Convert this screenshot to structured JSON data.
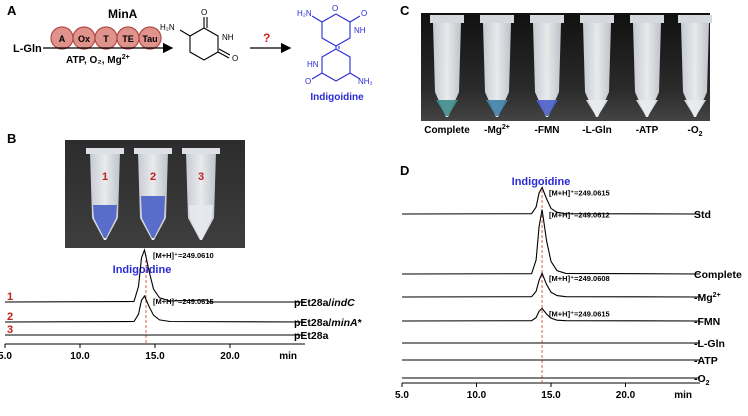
{
  "panels": {
    "a": {
      "letter": "A",
      "substrate": "L-Gln",
      "enzyme": "MinA",
      "domains": [
        "A",
        "Ox",
        "T",
        "TE",
        "Tau"
      ],
      "cofactors": "ATP, O₂, Mg",
      "cofactors_sup": "2+",
      "question_mark": "?",
      "product": "Indigoidine",
      "atoms": {
        "h2n": "H₂N",
        "nh2": "NH₂",
        "nh": "NH",
        "hn": "HN",
        "o": "O"
      }
    },
    "b": {
      "letter": "B",
      "tube_labels": [
        "1",
        "2",
        "3"
      ],
      "peak_title": "Indigoidine",
      "trace_numbers": [
        "1",
        "2",
        "3"
      ]
    },
    "c": {
      "letter": "C",
      "tube_labels": [
        "Complete",
        "-Mg",
        "-FMN",
        "-L-Gln",
        "-ATP",
        "-O"
      ],
      "tube_subs": [
        "",
        "2+",
        "",
        "",
        "",
        "2"
      ]
    },
    "d": {
      "letter": "D",
      "peak_title": "Indigoidine"
    }
  },
  "chart_data": [
    {
      "type": "line",
      "title": "",
      "xlabel": "min",
      "ylabel": "",
      "xlim": [
        5.0,
        25.0
      ],
      "xticks": [
        "5.0",
        "10.0",
        "15.0",
        "20.0"
      ],
      "grid": false,
      "series": [
        {
          "name": "pET28a/indC",
          "label_main": "pEt28a/",
          "label_italic": "indC",
          "peak_rt": 14.3,
          "peak_height": 1.0,
          "mass_label": "[M+H]⁺=249.0610",
          "x": [
            5,
            13.6,
            13.9,
            14.1,
            14.3,
            14.6,
            14.9,
            15.3,
            16,
            18.5,
            18.6,
            25
          ],
          "y": [
            0,
            0.01,
            0.3,
            0.85,
            1.0,
            0.6,
            0.25,
            0.08,
            0.02,
            0.04,
            0,
            0
          ]
        },
        {
          "name": "pEt28a/minA*",
          "label_main": "pEt28a/",
          "label_italic": "minA",
          "label_suffix": "*",
          "peak_rt": 14.3,
          "peak_height": 0.5,
          "mass_label": "[M+H]⁺=249.0615",
          "x": [
            5,
            13.6,
            13.9,
            14.1,
            14.3,
            14.6,
            14.9,
            15.3,
            16,
            25
          ],
          "y": [
            0,
            0.01,
            0.15,
            0.42,
            0.5,
            0.3,
            0.13,
            0.04,
            0.01,
            0
          ]
        },
        {
          "name": "pEt28a",
          "label_main": "pEt28a",
          "x": [
            5,
            25
          ],
          "y": [
            0,
            0
          ]
        }
      ]
    },
    {
      "type": "line",
      "title": "",
      "xlabel": "min",
      "ylabel": "",
      "xlim": [
        5.0,
        25.0
      ],
      "xticks": [
        "5.0",
        "10.0",
        "15.0",
        "20.0"
      ],
      "grid": false,
      "series": [
        {
          "name": "Std",
          "label_main": "Std",
          "mass_label": "[M+H]⁺=249.0615",
          "x": [
            5,
            13.7,
            14.0,
            14.2,
            14.4,
            14.7,
            15.0,
            15.4,
            16,
            25
          ],
          "y": [
            0,
            0.01,
            0.25,
            0.75,
            0.95,
            0.55,
            0.2,
            0.06,
            0.01,
            0
          ]
        },
        {
          "name": "Complete",
          "label_main": "Complete",
          "mass_label": "[M+H]⁺=249.0612",
          "x": [
            5,
            13.7,
            14.0,
            14.2,
            14.4,
            14.7,
            15.0,
            15.4,
            16,
            25
          ],
          "y": [
            0,
            0.01,
            0.5,
            1.7,
            2.3,
            1.2,
            0.45,
            0.12,
            0.02,
            0
          ]
        },
        {
          "name": "-Mg2+",
          "label_main": "-Mg",
          "label_sup": "2+",
          "mass_label": "[M+H]⁺=249.0608",
          "x": [
            5,
            13.7,
            14.0,
            14.2,
            14.4,
            14.7,
            15.0,
            15.4,
            16,
            25
          ],
          "y": [
            0,
            0.01,
            0.2,
            0.6,
            0.85,
            0.45,
            0.17,
            0.05,
            0.01,
            0
          ]
        },
        {
          "name": "-FMN",
          "label_main": "-FMN",
          "mass_label": "[M+H]⁺=249.0615",
          "x": [
            5,
            13.7,
            14.0,
            14.2,
            14.4,
            14.7,
            15.0,
            15.4,
            16,
            25
          ],
          "y": [
            0,
            0.01,
            0.12,
            0.35,
            0.45,
            0.25,
            0.1,
            0.03,
            0.01,
            0
          ]
        },
        {
          "name": "-L-Gln",
          "label_main": "-L-Gln",
          "x": [
            5,
            25
          ],
          "y": [
            0,
            0
          ]
        },
        {
          "name": "-ATP",
          "label_main": "-ATP",
          "x": [
            5,
            25
          ],
          "y": [
            0,
            0
          ]
        },
        {
          "name": "-O2",
          "label_main": "-O",
          "label_sub": "2",
          "x": [
            5,
            25
          ],
          "y": [
            0,
            0
          ]
        }
      ]
    }
  ],
  "colors": {
    "domain_fill": "#e0928c",
    "domain_stroke": "#b24a45",
    "title_blue": "#2a2ad8",
    "red_number": "#c0201a",
    "question_red": "#d02020",
    "dashed_line": "#d05040",
    "blue_liquid": "#4a5fc8",
    "teal_liquid": "#3f8c8c"
  }
}
